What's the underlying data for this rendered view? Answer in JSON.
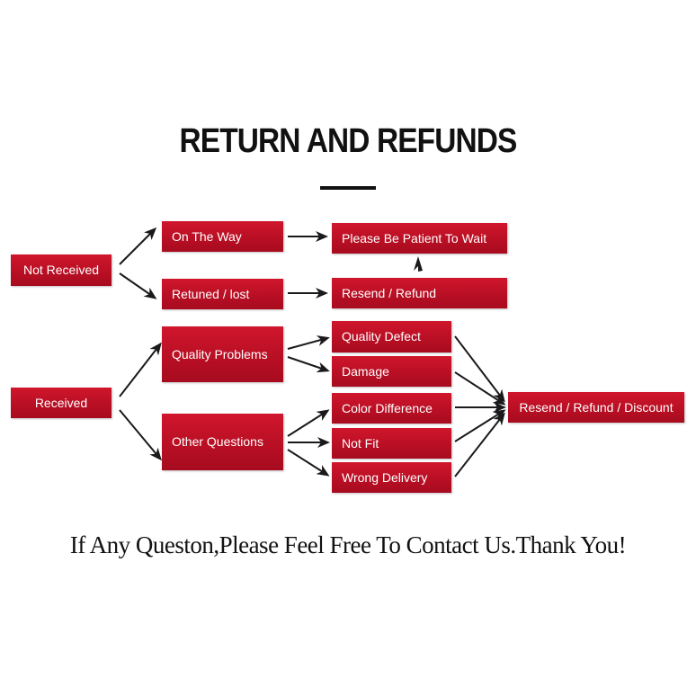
{
  "title": "RETURN AND REFUNDS",
  "nodes": {
    "not_received": "Not Received",
    "received": "Received",
    "on_the_way": "On The Way",
    "retuned_lost": "Retuned / lost",
    "quality_problems": "Quality Problems",
    "other_questions": "Other Questions",
    "please_wait": "Please Be Patient To Wait",
    "resend_refund": "Resend / Refund",
    "quality_defect": "Quality Defect",
    "damage": "Damage",
    "color_difference": "Color Difference",
    "not_fit": "Not Fit",
    "wrong_delivery": "Wrong Delivery",
    "resend_refund_discount": "Resend / Refund / Discount"
  },
  "footer": "If Any Queston,Please Feel Free To Contact Us.Thank You!",
  "colors": {
    "box_red": "#c0122a",
    "text_dark": "#111111",
    "arrow": "#1a1a1a"
  }
}
